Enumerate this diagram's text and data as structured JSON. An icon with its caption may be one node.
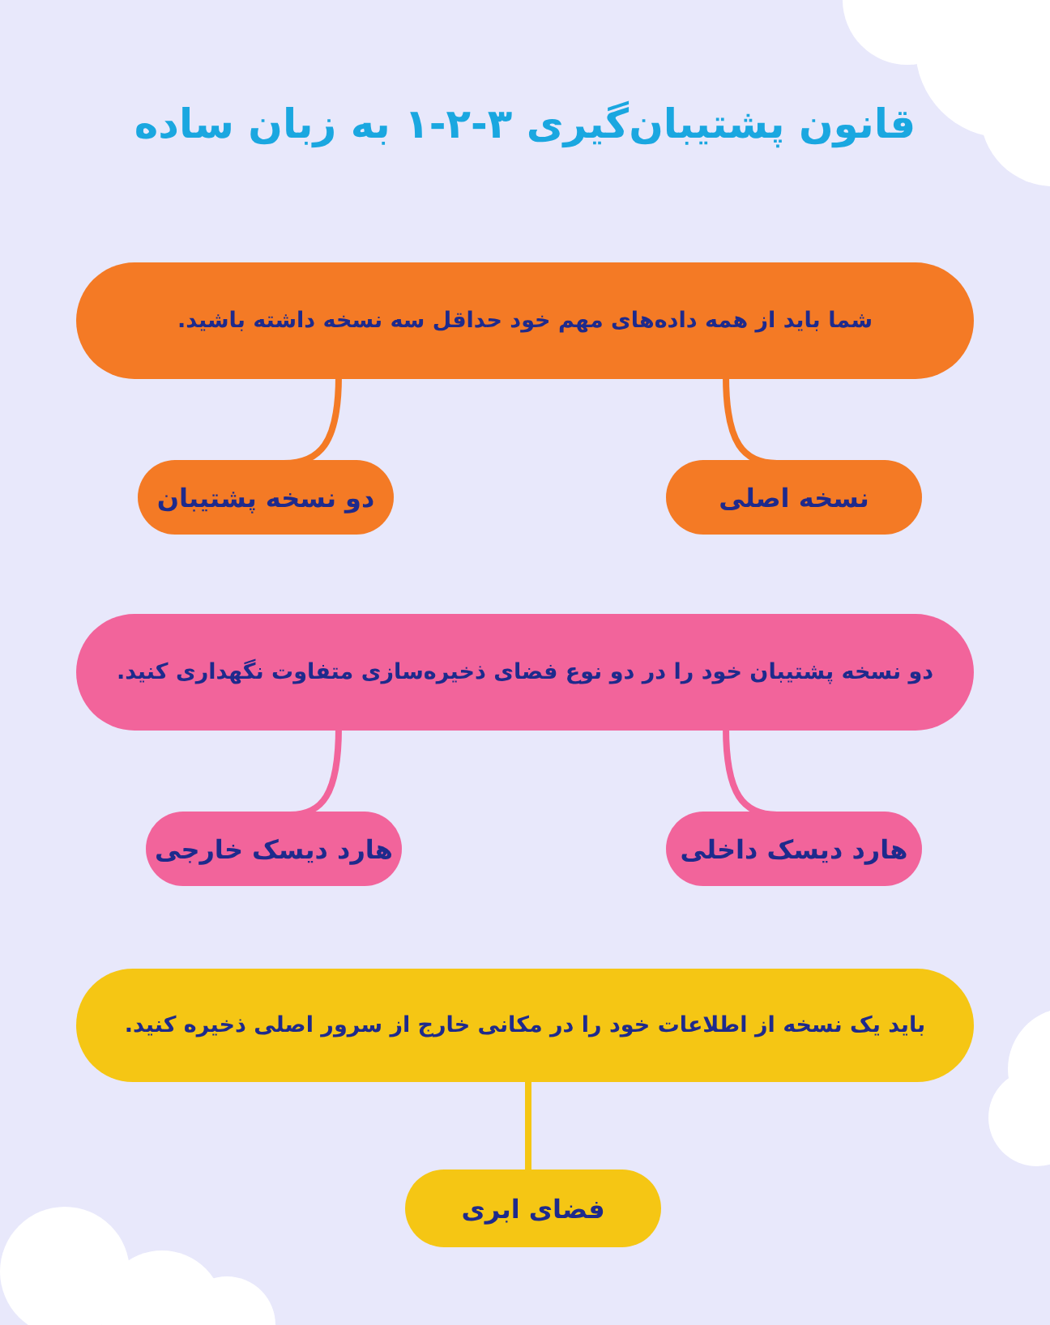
{
  "diagram": {
    "title": "قانون پشتیبان‌گیری ۳-۲-۱ به زبان ساده",
    "nodes": [
      {
        "text": [
          "شما باید از همه داده‌های مهم خود حداقل سه نسخه داشته باشید."
        ]
      },
      {
        "text": [
          "نسخه اصلی"
        ]
      },
      {
        "text": [
          "دو نسخه پشتیبان"
        ]
      },
      {
        "text": [
          "دو نسخه پشتیبان خود را در دو نوع فضای ذخیره‌سازی متفاوت نگهداری کنید."
        ]
      },
      {
        "text": [
          "هارد دیسک داخلی"
        ]
      },
      {
        "text": [
          "هارد دیسک خارجی"
        ]
      },
      {
        "text": [
          "باید یک نسخه از اطلاعات خود را در مکانی خارج از سرور اصلی ذخیره کنید."
        ]
      },
      {
        "text": [
          "فضای ابری"
        ]
      }
    ],
    "edges": [
      {
        "from": 0,
        "to": 1,
        "arrow": "none",
        "color": "#f47a25"
      },
      {
        "from": 0,
        "to": 2,
        "arrow": "none",
        "color": "#f47a25"
      },
      {
        "from": 3,
        "to": 4,
        "arrow": "none",
        "color": "#f2649b"
      },
      {
        "from": 3,
        "to": 5,
        "arrow": "none",
        "color": "#f2649b"
      },
      {
        "from": 6,
        "to": 7,
        "arrow": "none",
        "color": "#f5c614"
      }
    ]
  }
}
